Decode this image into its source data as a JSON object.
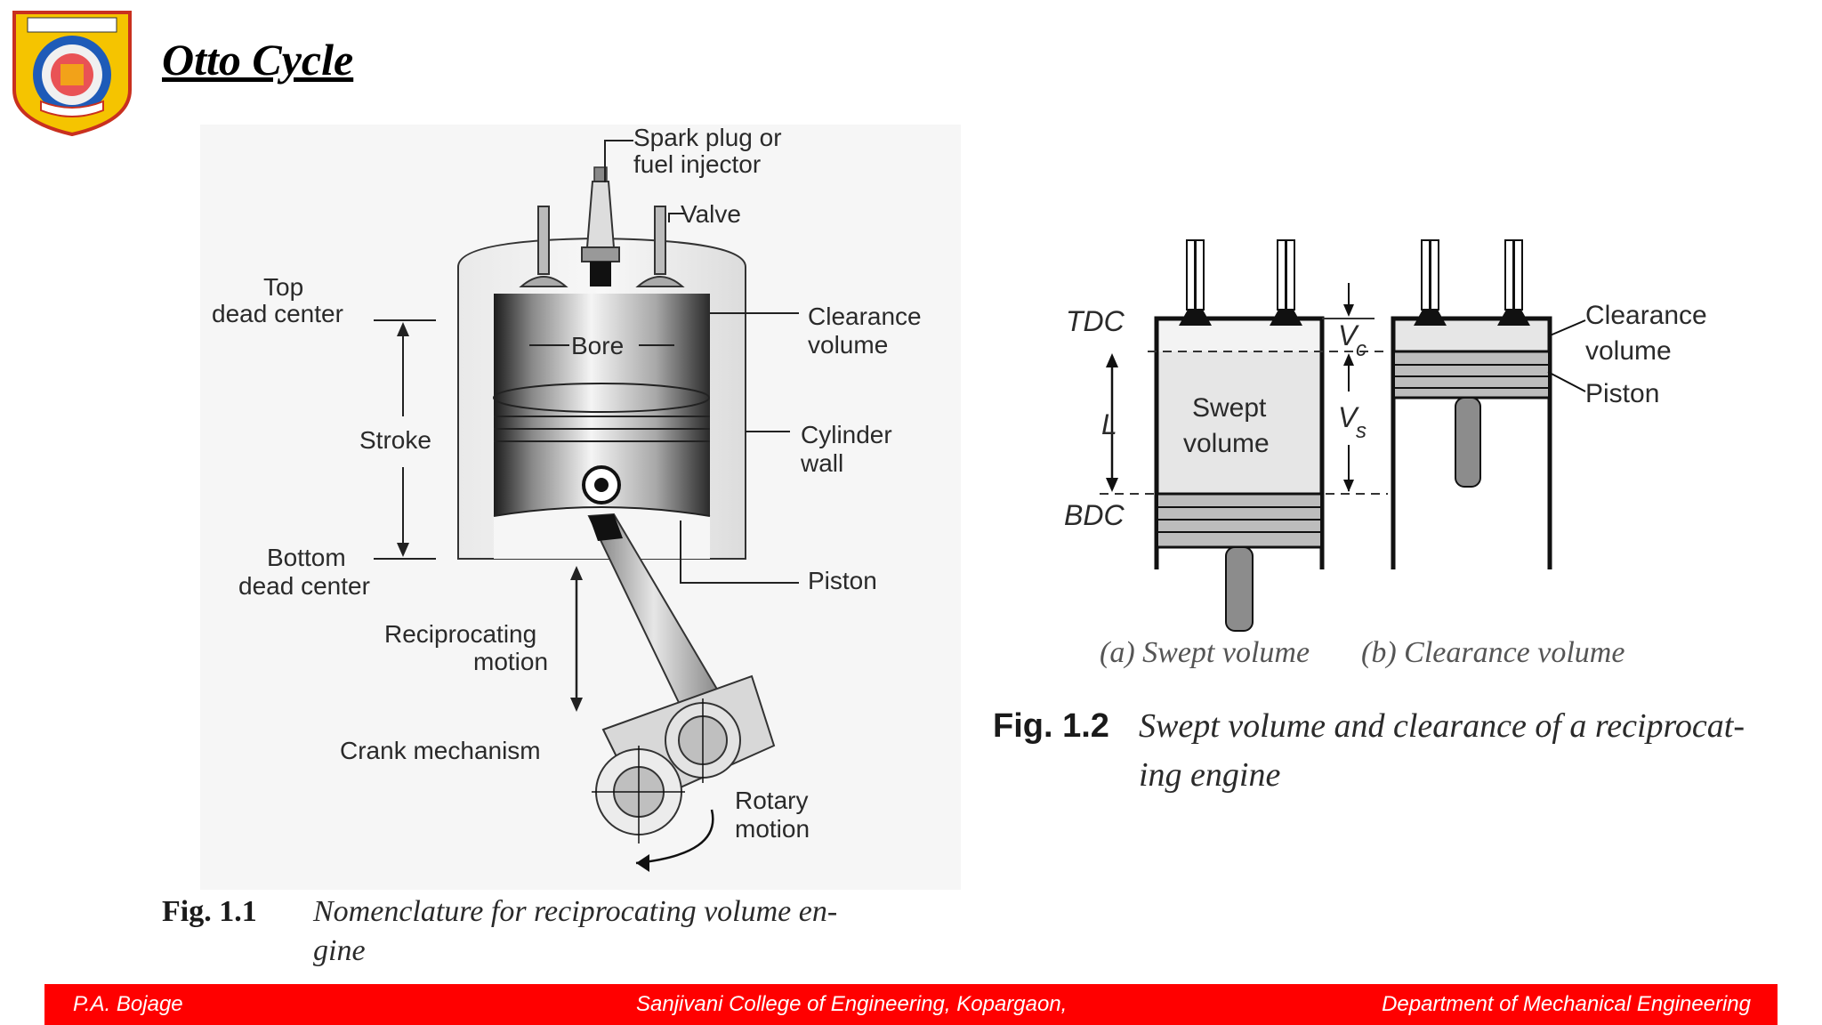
{
  "slide": {
    "title": "Otto Cycle",
    "logo": {
      "icon": "college-emblem-icon",
      "colors": {
        "outer": "#f5c400",
        "ring": "#1e5bb8",
        "inner": "#e8363a"
      }
    }
  },
  "fig1": {
    "labels": {
      "spark_plug_1": "Spark plug or",
      "spark_plug_2": "fuel injector",
      "valve": "Valve",
      "tdc_1": "Top",
      "tdc_2": "dead center",
      "bore": "Bore",
      "clearance_1": "Clearance",
      "clearance_2": "volume",
      "stroke": "Stroke",
      "cylinder_1": "Cylinder",
      "cylinder_2": "wall",
      "bdc_1": "Bottom",
      "bdc_2": "dead center",
      "piston": "Piston",
      "recip_1": "Reciprocating",
      "recip_2": "motion",
      "crank": "Crank mechanism",
      "rotary_1": "Rotary",
      "rotary_2": "motion"
    },
    "caption_num": "Fig. 1.1",
    "caption_1": "Nomenclature for reciprocating volume en-",
    "caption_2": "gine"
  },
  "fig2": {
    "labels": {
      "tdc": "TDC",
      "bdc": "BDC",
      "l": "L",
      "v": "V",
      "c": "c",
      "s": "s",
      "swept_1": "Swept",
      "swept_2": "volume",
      "clearance_1": "Clearance",
      "clearance_2": "volume",
      "piston": "Piston",
      "sub_a": "(a) Swept volume",
      "sub_b": "(b) Clearance volume"
    },
    "caption_num": "Fig. 1.2",
    "caption_1": "Swept volume and clearance of a reciprocat-",
    "caption_2": "ing engine"
  },
  "footer": {
    "left": "P.A. Bojage",
    "center": "Sanjivani College of Engineering, Kopargaon,",
    "right": "Department of Mechanical Engineering",
    "color": "#ff0000"
  }
}
